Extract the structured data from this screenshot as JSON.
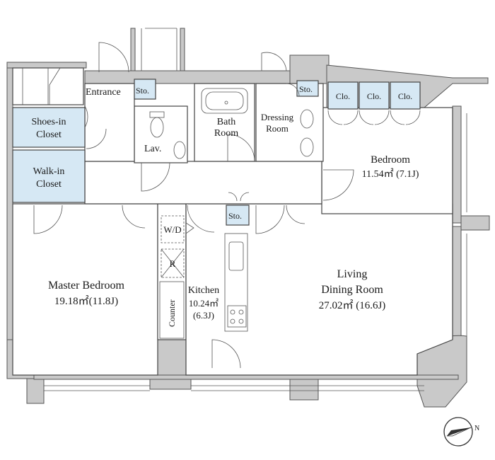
{
  "labels": {
    "entrance": "Entrance",
    "sto_entrance": "Sto.",
    "sto_dressing": "Sto.",
    "sto_kitchen": "Sto.",
    "shoes_in_closet_l1": "Shoes-in",
    "shoes_in_closet_l2": "Closet",
    "walk_in_closet_l1": "Walk-in",
    "walk_in_closet_l2": "Closet",
    "lav": "Lav.",
    "bath_room_l1": "Bath",
    "bath_room_l2": "Room",
    "dressing_room_l1": "Dressing",
    "dressing_room_l2": "Room",
    "clo_1": "Clo.",
    "clo_2": "Clo.",
    "clo_3": "Clo.",
    "bedroom_name": "Bedroom",
    "bedroom_area": "11.54㎡ (7.1J)",
    "wd": "W/D",
    "fridge": "R",
    "counter": "Counter",
    "kitchen_name": "Kitchen",
    "kitchen_area": "10.24㎡",
    "kitchen_jo": "(6.3J)",
    "master_bedroom_name": "Master Bedroom",
    "master_bedroom_area": "19.18㎡(11.8J)",
    "living_l1": "Living",
    "living_l2": "Dining Room",
    "living_area": "27.02㎡ (16.6J)",
    "compass_n": "N"
  },
  "colors": {
    "closet_fill": "#d6e8f4",
    "wall_fill": "#c9c9c9",
    "line": "#444444"
  }
}
